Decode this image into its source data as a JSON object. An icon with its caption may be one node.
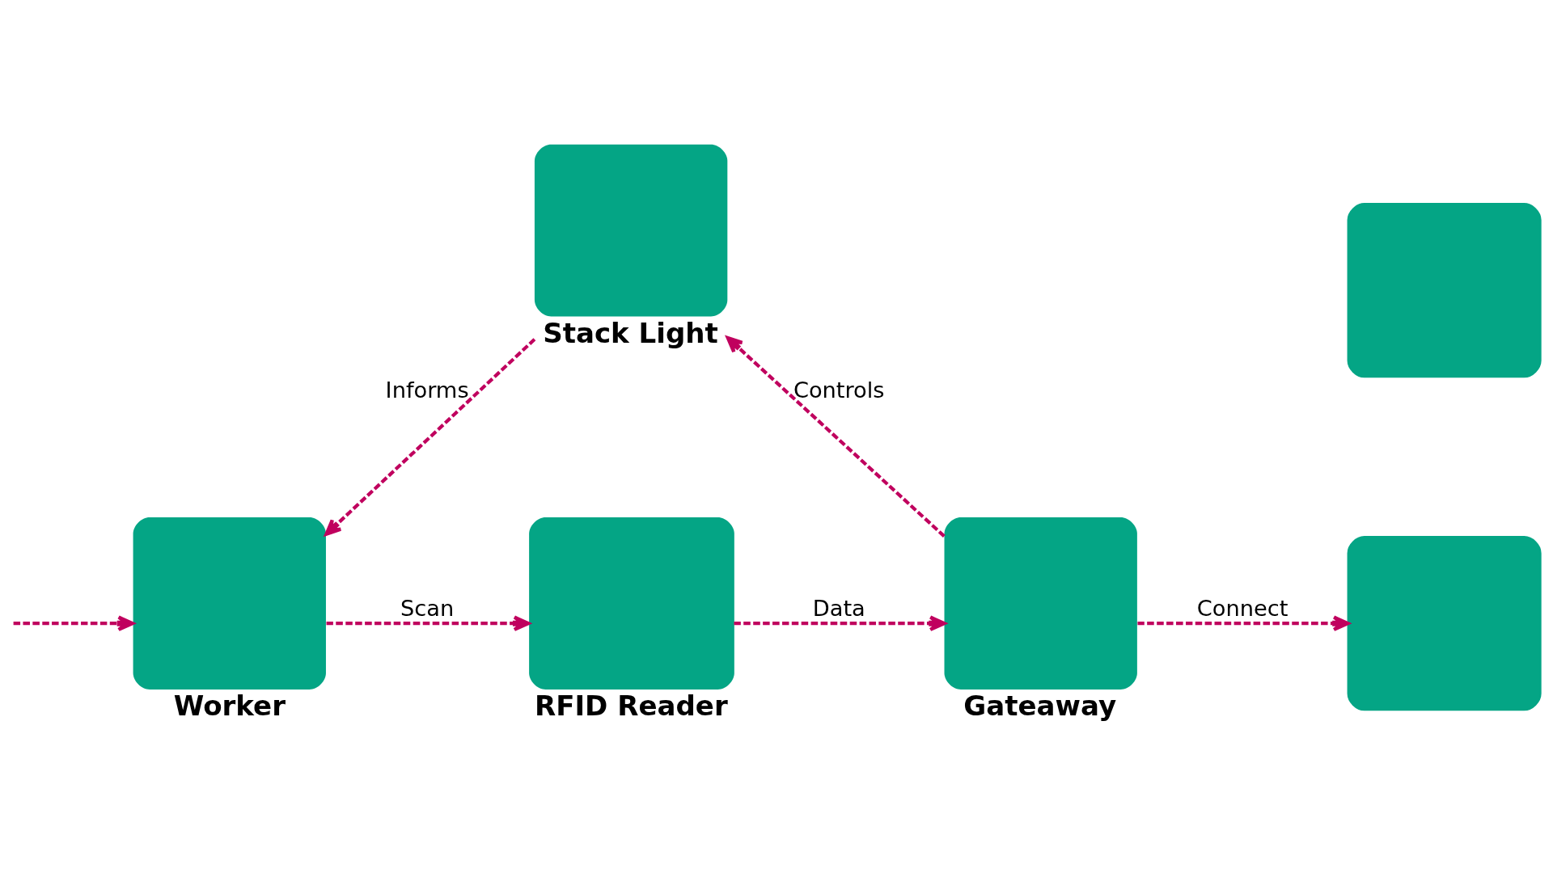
{
  "diagram": {
    "nodes": [
      {
        "text": [
          "Stack Light"
        ]
      },
      {
        "text": [
          "Worker"
        ]
      },
      {
        "text": [
          "RFID Reader"
        ]
      },
      {
        "text": [
          "Gateaway"
        ]
      },
      {
        "text": [],
        "shape": "box"
      },
      {
        "text": [],
        "shape": "box"
      }
    ],
    "edges": [
      {
        "from": 0,
        "to": 1,
        "label": "Informs",
        "arrow": "to",
        "style": "dashed"
      },
      {
        "from": 3,
        "to": 0,
        "label": "Controls",
        "arrow": "to",
        "style": "dashed"
      },
      {
        "from": null,
        "to": 1,
        "arrow": "to",
        "style": "dashed"
      },
      {
        "from": 1,
        "to": 2,
        "label": "Scan",
        "arrow": "to",
        "style": "dashed"
      },
      {
        "from": 2,
        "to": 3,
        "label": "Data",
        "arrow": "to",
        "style": "dashed"
      },
      {
        "from": 3,
        "to": 5,
        "label": "Connect",
        "arrow": "to",
        "style": "dashed"
      }
    ]
  }
}
